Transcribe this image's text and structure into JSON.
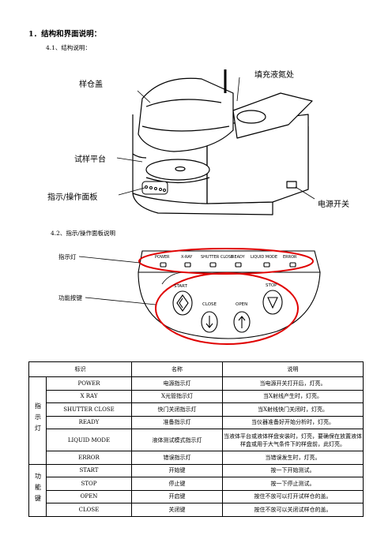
{
  "heading": "1．结构和界面说明：",
  "section1": "4.1、结构说明：",
  "figure1": {
    "sample_cover": "样仓盖",
    "nitrogen_fill": "填充液氮处",
    "sample_stage": "试样平台",
    "control_panel": "指示/操作面板",
    "power_switch": "电源开关"
  },
  "section2": "4.2、指示/操作面板说明",
  "figure2": {
    "indicator_label": "指示灯",
    "function_label": "功能按键",
    "leds": [
      "POWER",
      "X-RAY",
      "SHUTTER CLOSE",
      "READY",
      "LIQUID MODE",
      "ERROR"
    ],
    "start": "START",
    "stop": "STOP",
    "close": "CLOSE",
    "open": "OPEN"
  },
  "table": {
    "headers": [
      "标识",
      "名称",
      "说明"
    ],
    "group1": "指示灯",
    "group2": "功能键",
    "rows": [
      {
        "id": "POWER",
        "name": "电源指示灯",
        "desc": "当电源开关打开后，灯亮。"
      },
      {
        "id": "X RAY",
        "name": "X光管指示灯",
        "desc": "当X射线产生时，灯亮。"
      },
      {
        "id": "SHUTTER CLOSE",
        "name": "快门关闭指示灯",
        "desc": "当X射线快门关闭时，灯亮。"
      },
      {
        "id": "READY",
        "name": "准备指示灯",
        "desc": "当仪器准备好开始分析时，灯亮。"
      },
      {
        "id": "LIQUID MODE",
        "name": "液体测试模式指示灯",
        "desc": "当液体平台或液体样盘安装时，灯亮，要确保在放置液体样盒或用于大气条件下的样盘前，此灯亮。"
      },
      {
        "id": "ERROR",
        "name": "错误指示灯",
        "desc": "当错误发生时，灯亮。"
      },
      {
        "id": "START",
        "name": "开始键",
        "desc": "按一下开始测试。"
      },
      {
        "id": "STOP",
        "name": "停止键",
        "desc": "按一下停止测试。"
      },
      {
        "id": "OPEN",
        "name": "开启键",
        "desc": "按住不放可以打开试样仓的盖。"
      },
      {
        "id": "CLOSE",
        "name": "关闭键",
        "desc": "按住不放可以关闭试样仓的盖。"
      }
    ]
  }
}
